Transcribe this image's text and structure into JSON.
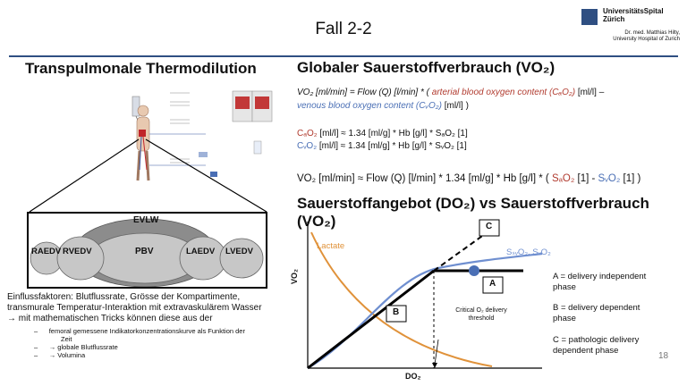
{
  "slide": {
    "title": "Fall 2-2",
    "page_number": "18"
  },
  "logo": {
    "name_line1": "UniversitätsSpital",
    "name_line2": "Zürich",
    "sub_line1": "Dr. med. Matthias Hilty,",
    "sub_line2": "University Hospital of Zurich"
  },
  "left": {
    "heading": "Transpulmonale Thermodilution",
    "diagram": {
      "top_label": "EVLW",
      "boxes": [
        "RAEDV",
        "RVEDV",
        "PBV",
        "LAEDV",
        "LVEDV"
      ]
    },
    "text_line1": "Einflussfaktoren: Blutflussrate, Grösse der Kompartimente,",
    "text_line2": "transmurale Temperatur-Interaktion mit extravaskulärem Wasser",
    "text_line3": "→ mit mathematischen Tricks können diese aus der",
    "bullets": [
      "femoral gemessene Indikatorkonzentrationskurve als Funktion der",
      "Zeit",
      "→ globale Blutflussrate",
      "→ Volumina"
    ]
  },
  "right": {
    "heading1": "Globaler Sauerstoffverbrauch (VO₂)",
    "eq1_part1": "VO₂ [ml/min] = Flow (Q) [l/min] * (",
    "eq1_part2": "arterial blood oxygen content (CₐO₂)",
    "eq1_part3": "[ml/l] –",
    "eq1_line2": "venous blood oxygen content (CᵥO₂)",
    "eq1_line2_tail": "[ml/l] )",
    "eq2_a": "CₐO₂",
    "eq2_a_tail": "[ml/l] ≈ 1.34 [ml/g] * Hb [g/l] * SₐO₂ [1]",
    "eq2_v": "CᵥO₂",
    "eq2_v_tail": "[ml/l] ≈ 1.34 [ml/g] * Hb [g/l] * SᵥO₂ [1]",
    "eq3_part1": "VO₂ [ml/min] ≈ Flow (Q) [l/min] * 1.34 [ml/g] * Hb [g/l] * (",
    "eq3_sa": "SₐO₂",
    "eq3_mid": "[1] -",
    "eq3_sv": "SᵥO₂",
    "eq3_end": "[1] )",
    "heading2": "Sauerstoffangebot (DO₂) vs Sauerstoffverbrauch (VO₂)"
  },
  "chart": {
    "y_label": "VO₂",
    "x_label": "DO₂",
    "lactate_label": "Lactate",
    "svo2_label": "SₛᵥO₂, SᵥO₂",
    "region_a": "A",
    "region_b": "B",
    "region_c": "C",
    "critical_label_line1": "Critical O₂ delivery",
    "critical_label_line2": "threshold",
    "colors": {
      "lactate": "#e0923a",
      "svo2": "#6f8fd0",
      "vo2": "#000000",
      "dot": "#4a6fb5"
    }
  },
  "legend": {
    "a_line1": "A = delivery independent",
    "a_line2": "phase",
    "b_line1": "B = delivery dependent",
    "b_line2": "phase",
    "c_line1": "C = pathologic delivery",
    "c_line2": "dependent phase"
  }
}
